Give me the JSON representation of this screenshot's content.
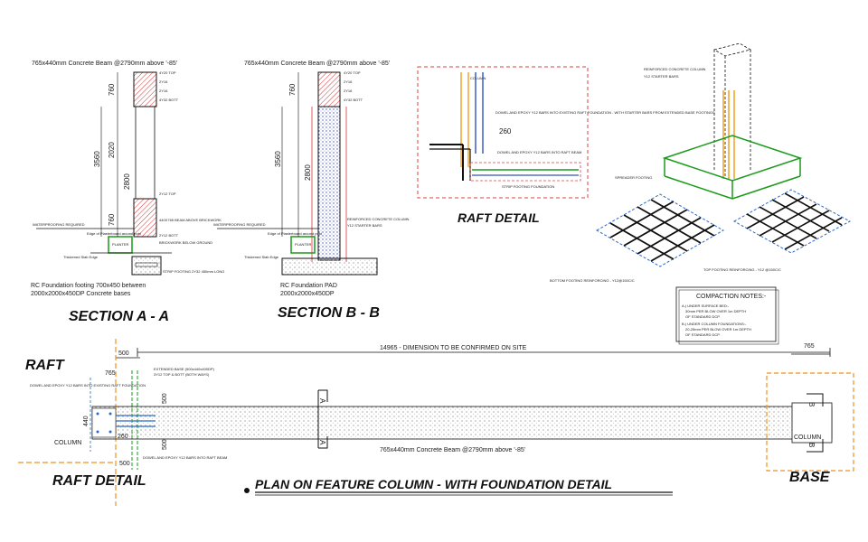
{
  "section_a": {
    "title": "SECTION A - A",
    "beam_label": "765x440mm Concrete Beam @2790mm above '-85'",
    "dim_760_top": "760",
    "dim_3560": "3560",
    "dim_2020": "2020",
    "dim_2800": "2800",
    "dim_760_bottom": "760",
    "note_top": "4Y20 TOP",
    "note_y10a": "2Y16",
    "note_y10b": "2Y16",
    "note_bott": "4Y32 BOTT",
    "note_y12_top": "2Y12 TOP",
    "note_beam_above": "440X765 BEAM ABOVE BRICKWORK",
    "note_y12_bott": "2Y12 BOTT",
    "note_brickwork_below": "BRICKWORK BELOW GROUND",
    "waterproofing": "WATERPROOFING REQUIRED",
    "edge_label": "Edge of Plasterboard around post",
    "thickened_edge": "Thickened Slab Edge",
    "planter": "PLANTER",
    "footing_note": "STRIP FOOTING 2Y32 450mm LONG",
    "caption_line1": "RC Foundation footing 700x450 between",
    "caption_line2": "2000x2000x450DP Concrete bases"
  },
  "section_b": {
    "title": "SECTION B - B",
    "beam_label": "765x440mm Concrete Beam @2790mm above '-85'",
    "dim_760": "760",
    "dim_3560": "3560",
    "dim_2800": "2800",
    "note_top": "4Y20 TOP",
    "note_y10a": "2Y16",
    "note_y10b": "2Y16",
    "note_bott": "4Y32 BOTT",
    "note_rc_column": "REINFORCED CONCRETE COLUMN",
    "note_starter": "Y12 STARTER BARS",
    "waterproofing": "WATERPROOFING REQUIRED",
    "edge_label": "Edge of Plasterboard around post",
    "thickened_edge": "Thickened Slab Edge",
    "planter": "PLANTER",
    "caption_line1": "RC Foundation PAD",
    "caption_line2": "2000x2000x450DP"
  },
  "raft_detail": {
    "title": "RAFT DETAIL",
    "column": "COLUMN",
    "dowel_note_1": "DOWEL AND EPOXY Y12 BARS INTO EXISTING RAFT FOUNDATION - WITH STARTER BARS FROM EXTENDED BASE FOOTINGS",
    "dim_260": "260",
    "dowel_note_2": "DOWEL AND EPOXY Y12 BARS INTO RAFT BEAM",
    "strip_footing": "STRIP FOOTING FOUNDATION"
  },
  "iso_detail": {
    "rc_column": "REINFORCED CONCRETE COLUMN",
    "starter_bars": "Y12 STARTER BARS",
    "spreader_footing": "SPREADER FOOTING",
    "bottom_reinf": "BOTTOM FOOTING REINFORCING - Y12@150C/C",
    "top_reinf": "TOP FOOTING REINFORCING - Y12 @150C/C"
  },
  "compaction": {
    "title": "COMPACTION NOTES:-",
    "a1": "A.) UNDER SURFACE BED:-",
    "a2": "30mm PER BLOW OVER 1m DEPTH",
    "a3": "OF STANDARD DCP.",
    "b1": "B.) UNDER COLUMN FOUNDATIONS:-",
    "b2": "20-25mm PER BLOW OVER 1m DEPTH",
    "b3": "OF STANDARD DCP."
  },
  "plan": {
    "raft": "RAFT",
    "dim_14965": "14965 - DIMENSION TO BE CONFIRMED ON SITE",
    "dim_765_right": "765",
    "dim_500_top": "500",
    "dim_765_left": "765",
    "extended_base_note": "EXTENDED BASE (500x440x400DP)",
    "extended_base_note2": "3Y12 TOP & BOTT (BOTH WAYS)",
    "dowel_note_left": "DOWEL AND EPOXY Y12 BARS INTO EXISTING RAFT FOUNDATION",
    "dim_500_a": "500",
    "dim_440": "440",
    "dim_260": "260",
    "dim_500_b": "500",
    "dim_500_bottom": "500",
    "dowel_note_bottom": "DOWEL AND EPOXY Y12 BARS INTO RAFT BEAM",
    "column_left": "COLUMN",
    "column_right": "COLUMN",
    "beam_label": "765x440mm Concrete Beam @2790mm above '-85'",
    "marker_a_top": "A",
    "marker_a_bottom": "A",
    "marker_b_top": "B",
    "marker_b_bottom": "B",
    "raft_detail": "RAFT DETAIL",
    "base": "BASE",
    "main_title": "PLAN ON FEATURE COLUMN - WITH FOUNDATION DETAIL"
  }
}
